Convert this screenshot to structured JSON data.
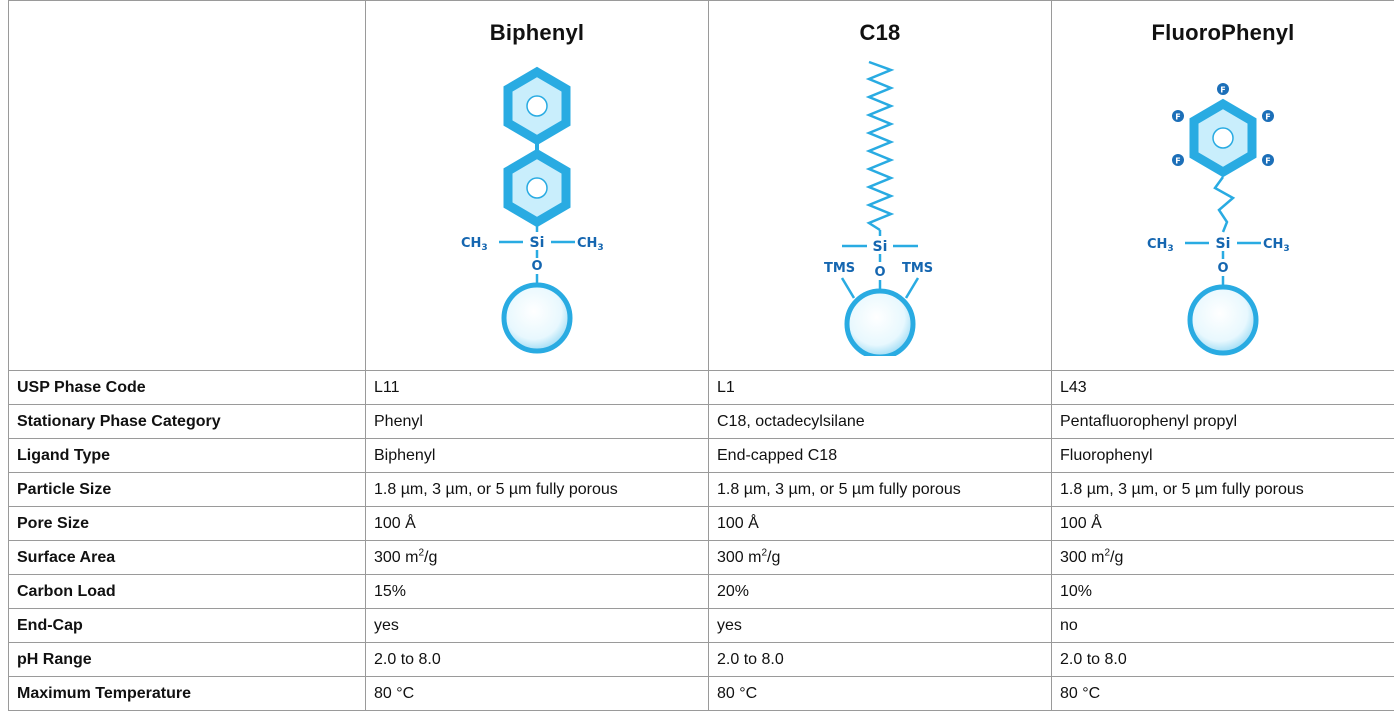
{
  "columns": [
    {
      "name": "Biphenyl",
      "structure": {
        "labels": {
          "left_group": "CH",
          "sub": "3",
          "si": "Si",
          "right_group": "CH",
          "oxygen": "O"
        }
      }
    },
    {
      "name": "C18",
      "structure": {
        "labels": {
          "si": "Si",
          "oxygen": "O",
          "tms_left": "TMS",
          "tms_right": "TMS"
        }
      }
    },
    {
      "name": "FluoroPhenyl",
      "structure": {
        "labels": {
          "fluorine": "F",
          "left_group": "CH",
          "sub": "3",
          "si": "Si",
          "right_group": "CH",
          "oxygen": "O"
        }
      }
    }
  ],
  "rows": [
    {
      "label": "USP Phase Code",
      "values": [
        "L11",
        "L1",
        "L43"
      ]
    },
    {
      "label": "Stationary Phase Category",
      "values": [
        "Phenyl",
        "C18, octadecylsilane",
        "Pentafluorophenyl propyl"
      ]
    },
    {
      "label": "Ligand Type",
      "values": [
        "Biphenyl",
        "End-capped C18",
        "Fluorophenyl"
      ]
    },
    {
      "label": "Particle Size",
      "values": [
        "1.8 µm, 3 µm, or 5 µm fully porous",
        "1.8 µm, 3 µm, or 5 µm fully porous",
        "1.8 µm, 3 µm, or 5 µm fully porous"
      ]
    },
    {
      "label": "Pore Size",
      "values": [
        "100 Å",
        "100 Å",
        "100 Å"
      ]
    },
    {
      "label": "Surface Area",
      "unit_base": "300 m",
      "unit_sup": "2",
      "unit_tail": "/g",
      "values": [
        "",
        "",
        ""
      ]
    },
    {
      "label": "Carbon Load",
      "values": [
        "15%",
        "20%",
        "10%"
      ]
    },
    {
      "label": "End-Cap",
      "values": [
        "yes",
        "yes",
        "no"
      ]
    },
    {
      "label": "pH Range",
      "values": [
        "2.0 to 8.0",
        "2.0 to 8.0",
        "2.0 to 8.0"
      ]
    },
    {
      "label": "Maximum Temperature",
      "values": [
        "80 °C",
        "80 °C",
        "80 °C"
      ]
    }
  ],
  "colors": {
    "ring_stroke": "#29abe2",
    "ring_fill": "#c9eefc",
    "bead_center": "#ffffff",
    "label_blue": "#1566b0",
    "border": "#9a9a9a"
  }
}
